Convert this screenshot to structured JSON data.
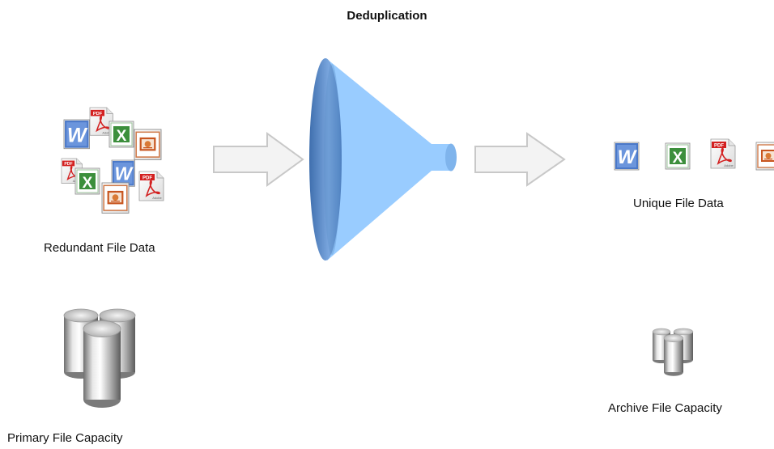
{
  "title": "Deduplication",
  "labels": {
    "redundant": "Redundant File  Data",
    "unique": "Unique File  Data",
    "primary": "Primary File Capacity",
    "archive": "Archive File Capacity"
  },
  "icons": {
    "word": "word-document-icon",
    "excel": "excel-spreadsheet-icon",
    "pdf": "pdf-document-icon",
    "ppt": "powerpoint-presentation-icon",
    "storage": "storage-cylinders-icon",
    "arrow": "right-arrow-icon",
    "funnel": "funnel-icon"
  },
  "colors": {
    "funnel_fill": "#99ccff",
    "funnel_rim": "#5b8ec9",
    "arrow_fill": "#f3f3f3",
    "arrow_stroke": "#c8c8c8",
    "word_blue": "#2f5fb3",
    "excel_green": "#3c8f3c",
    "pdf_red": "#d32020",
    "ppt_orange": "#c8551f"
  },
  "glyphs": {
    "word": "W",
    "excel": "X",
    "pdf": "PDF",
    "adobe": "Adobe"
  }
}
